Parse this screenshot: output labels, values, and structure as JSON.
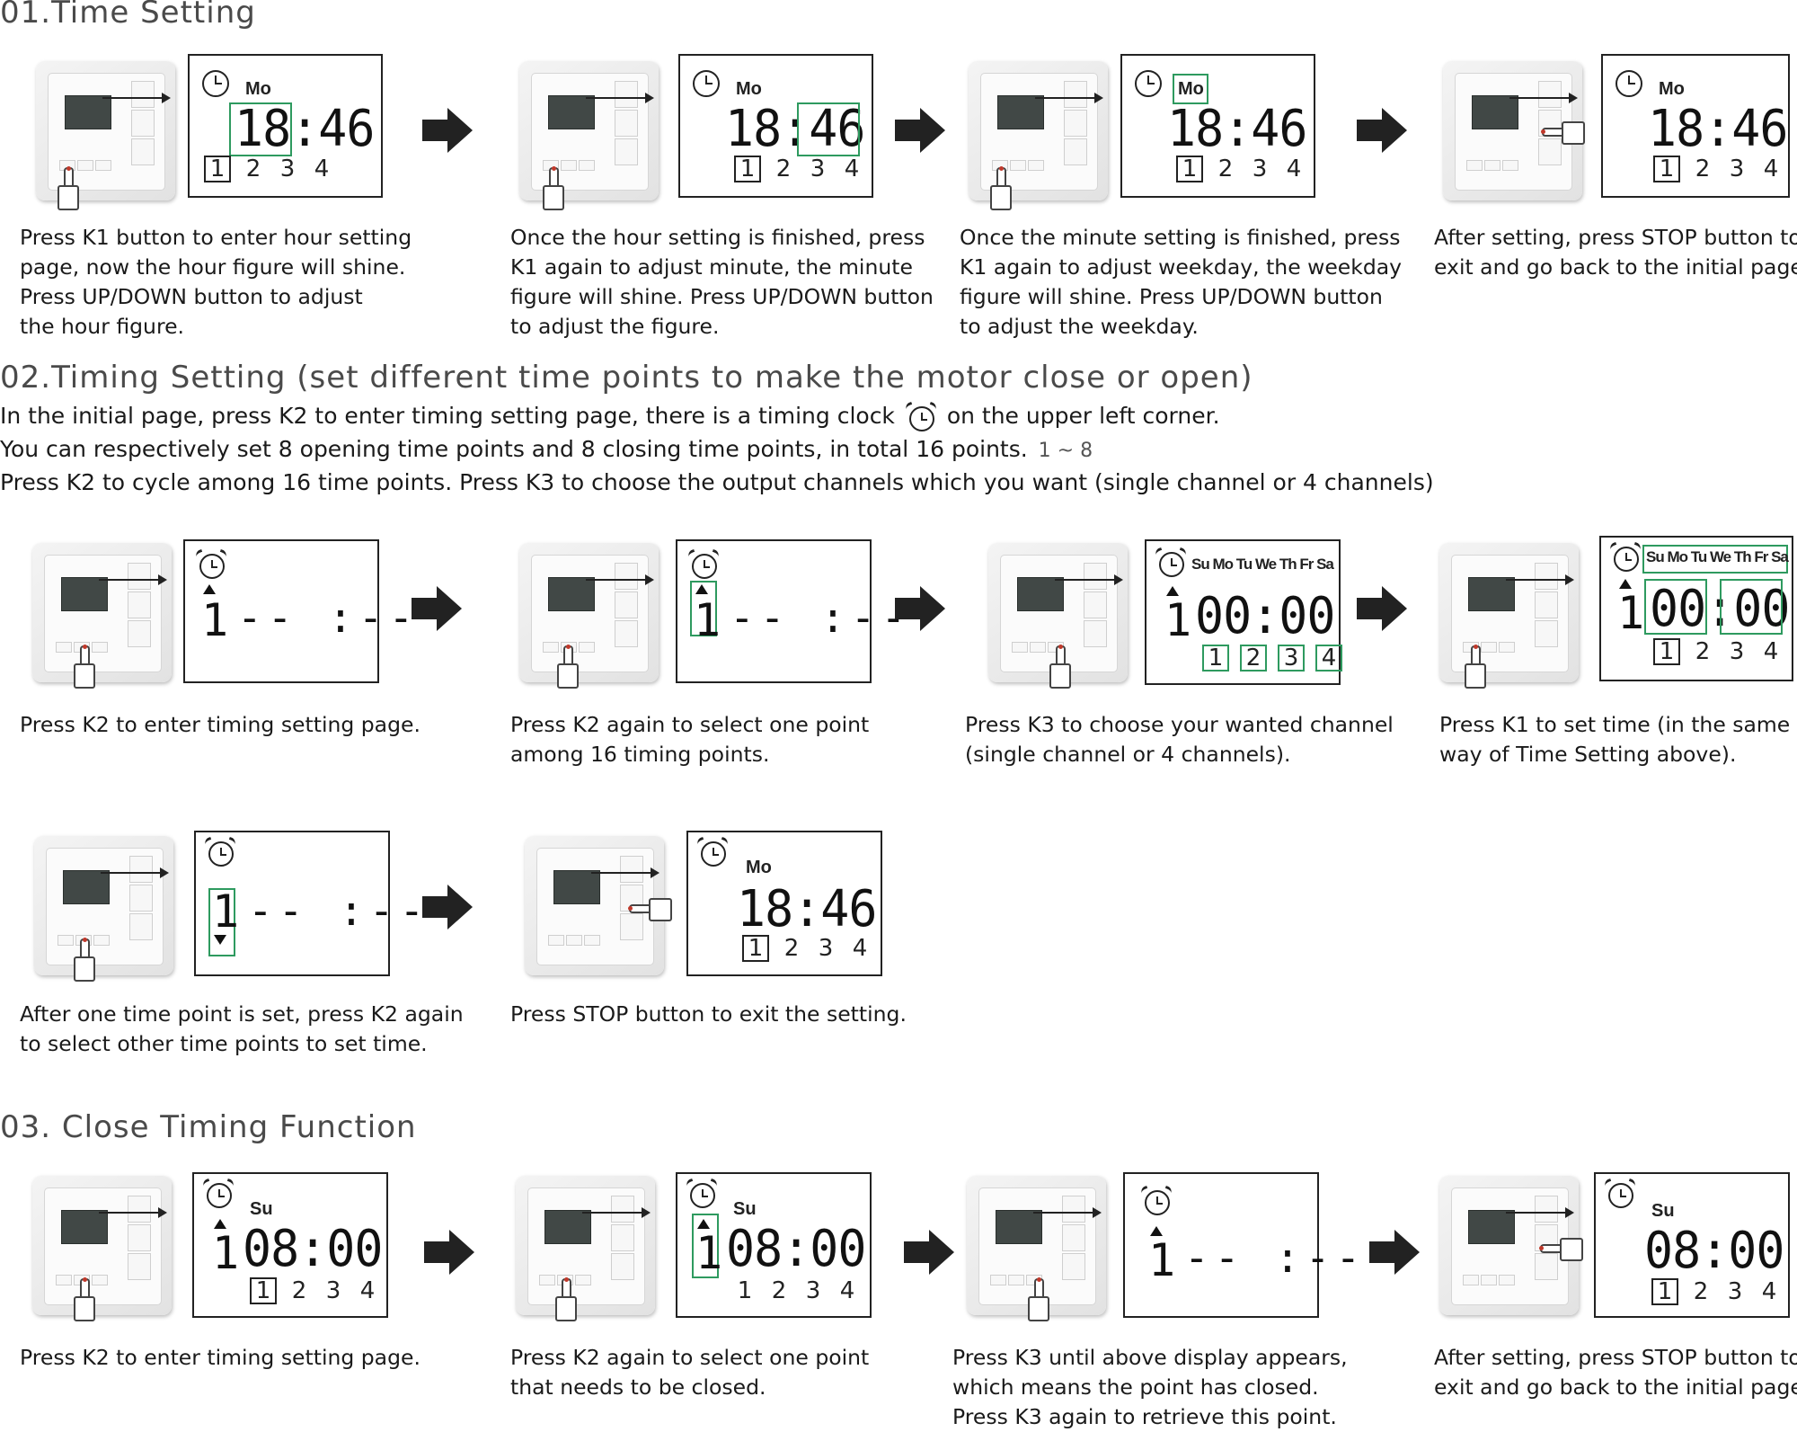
{
  "sections": {
    "time_setting": {
      "title": "01.Time Setting",
      "steps": [
        {
          "lines": [
            "Press K1 button to enter hour setting",
            "page, now the hour figure will shine.",
            "Press UP/DOWN button to adjust",
            "the hour figure."
          ]
        },
        {
          "lines": [
            "Once the hour setting is finished, press",
            "K1 again to adjust minute, the minute",
            "figure will shine. Press UP/DOWN button",
            "to adjust the figure."
          ]
        },
        {
          "lines": [
            "Once the minute setting is finished, press",
            "K1 again to adjust weekday, the weekday",
            "figure will shine. Press UP/DOWN button",
            "to adjust the weekday."
          ]
        },
        {
          "lines": [
            "After setting, press STOP button to",
            "exit and go back to the initial page."
          ]
        }
      ]
    },
    "timing_setting": {
      "title": "02.Timing Setting (set different time points to make the motor close or open)",
      "intro": [
        {
          "before": "In the initial page, press K2 to enter timing setting page, there is a timing clock",
          "after": "on the upper left corner."
        },
        {
          "text": "You can respectively set 8 opening time points and 8 closing time points, in total 16 points.",
          "range": "1 ~ 8"
        },
        {
          "text": "Press K2 to cycle among 16 time points. Press K3 to choose the output channels which you want (single channel or 4 channels)"
        }
      ],
      "steps": [
        {
          "lines": [
            "Press K2 to enter timing setting page."
          ]
        },
        {
          "lines": [
            "Press K2 again to select one point",
            "among 16 timing points."
          ]
        },
        {
          "lines": [
            "Press K3 to choose your wanted channel",
            "(single channel or 4 channels)."
          ]
        },
        {
          "lines": [
            "Press K1 to set time (in the same",
            "way of Time Setting above)."
          ]
        },
        {
          "lines": [
            "After one time point is set, press K2 again",
            "to select other time points to set time."
          ]
        },
        {
          "lines": [
            "Press STOP button to exit the setting."
          ]
        }
      ]
    },
    "close_timing": {
      "title": "03. Close Timing Function",
      "steps": [
        {
          "lines": [
            "Press K2 to enter timing setting page."
          ]
        },
        {
          "lines": [
            "Press K2 again to select one point",
            "that needs to be closed."
          ]
        },
        {
          "lines": [
            "Press K3 until above display appears,",
            "which means the point has closed.",
            "Press K3 again to retrieve this point."
          ]
        },
        {
          "lines": [
            "After setting, press STOP button to",
            "exit and go back to the initial page."
          ]
        }
      ]
    }
  },
  "lcd": {
    "weekday": "Mo",
    "sunday": "Su",
    "week_row": "Su Mo Tu We Th Fr Sa",
    "time": "18:46",
    "hour": "18",
    "minute": "46",
    "zero_time": "00:00",
    "close_time": "08:00",
    "point": "1",
    "empty_time": "-- :--",
    "channels": [
      "1",
      "2",
      "3",
      "4"
    ]
  },
  "icons": {
    "clock": "clock-icon",
    "timing_clock": "alarm-clock-icon",
    "step_arrow": "right-arrow-icon",
    "press_hand": "pointing-hand-icon"
  },
  "colors": {
    "highlight": "#2e9a5f",
    "text": "#1a1a1a",
    "lcd_screen": "#414846"
  }
}
